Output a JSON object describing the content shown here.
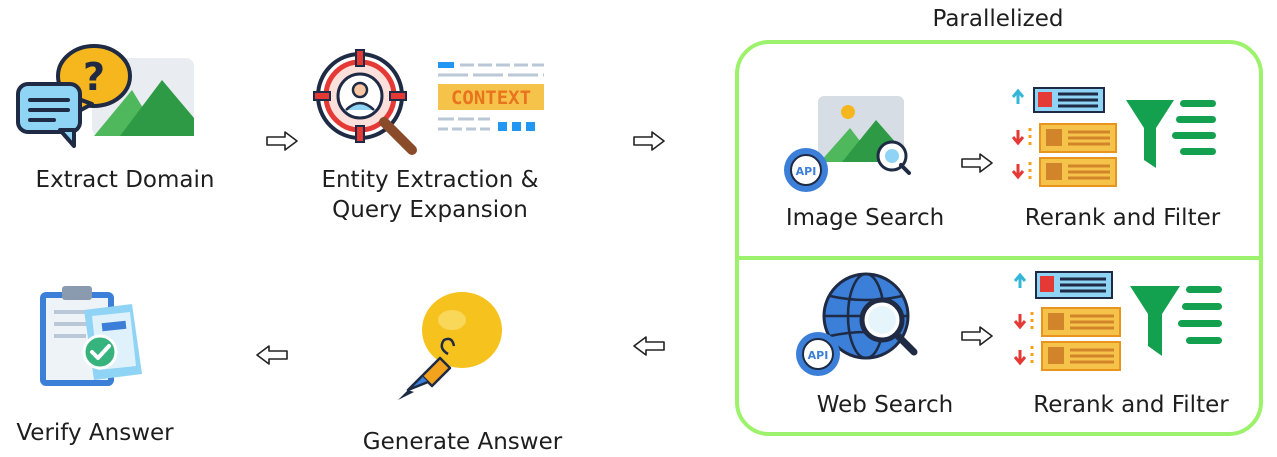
{
  "steps": {
    "extract_domain": "Extract Domain",
    "entity_extraction": [
      "Entity Extraction &",
      "Query Expansion"
    ],
    "generate_answer": "Generate Answer",
    "verify_answer": "Verify Answer"
  },
  "parallel": {
    "title": "Parallelized",
    "image_search": "Image Search",
    "web_search": "Web Search",
    "rerank_top": "Rerank and Filter",
    "rerank_bottom": "Rerank and Filter"
  },
  "icon_text": {
    "context": "CONTEXT",
    "api_top": "API",
    "api_bottom": "API",
    "question": "?"
  },
  "colors": {
    "box_border": "#9cf26b",
    "green": "#3aa54a",
    "funnel_green": "#13a04f",
    "orange": "#f5a623",
    "blue": "#2196f3",
    "red": "#e53935"
  }
}
